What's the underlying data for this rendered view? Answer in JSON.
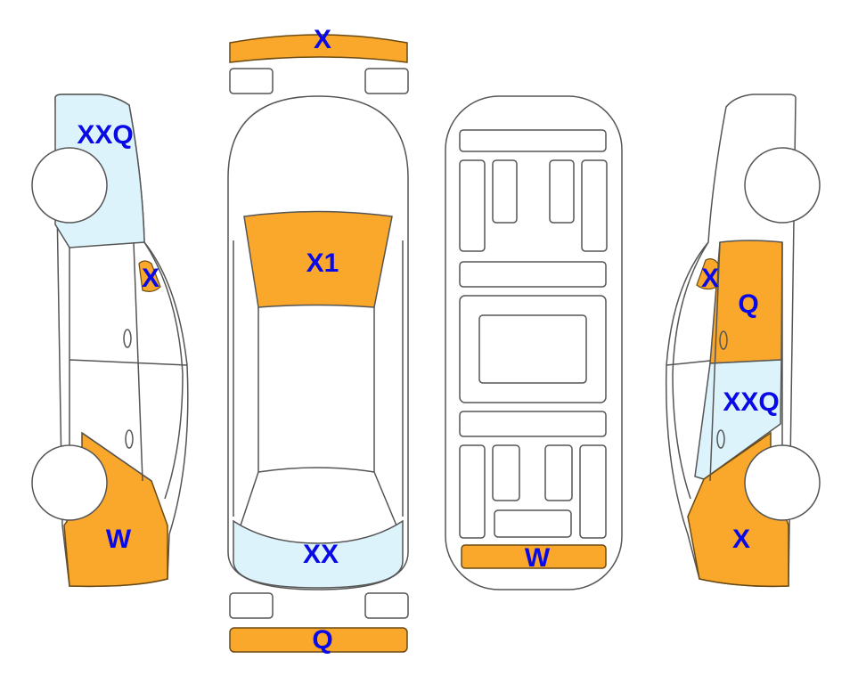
{
  "colors": {
    "damage_orange": "#F9A82B",
    "damage_blue": "#DDF3FB",
    "label": "#0A0AE6",
    "outline": "#555555"
  },
  "top_view": {
    "front_bumper": "X",
    "windshield": "X1",
    "rear_window": "XX",
    "rear_bumper": "Q"
  },
  "underside_view": {
    "rear_panel": "W"
  },
  "left_side_view": {
    "front_fender": "XXQ",
    "mirror": "X",
    "rear_quarter": "W"
  },
  "right_side_view": {
    "mirror": "X",
    "front_door": "Q",
    "rear_door": "XXQ",
    "rear_quarter": "X"
  }
}
